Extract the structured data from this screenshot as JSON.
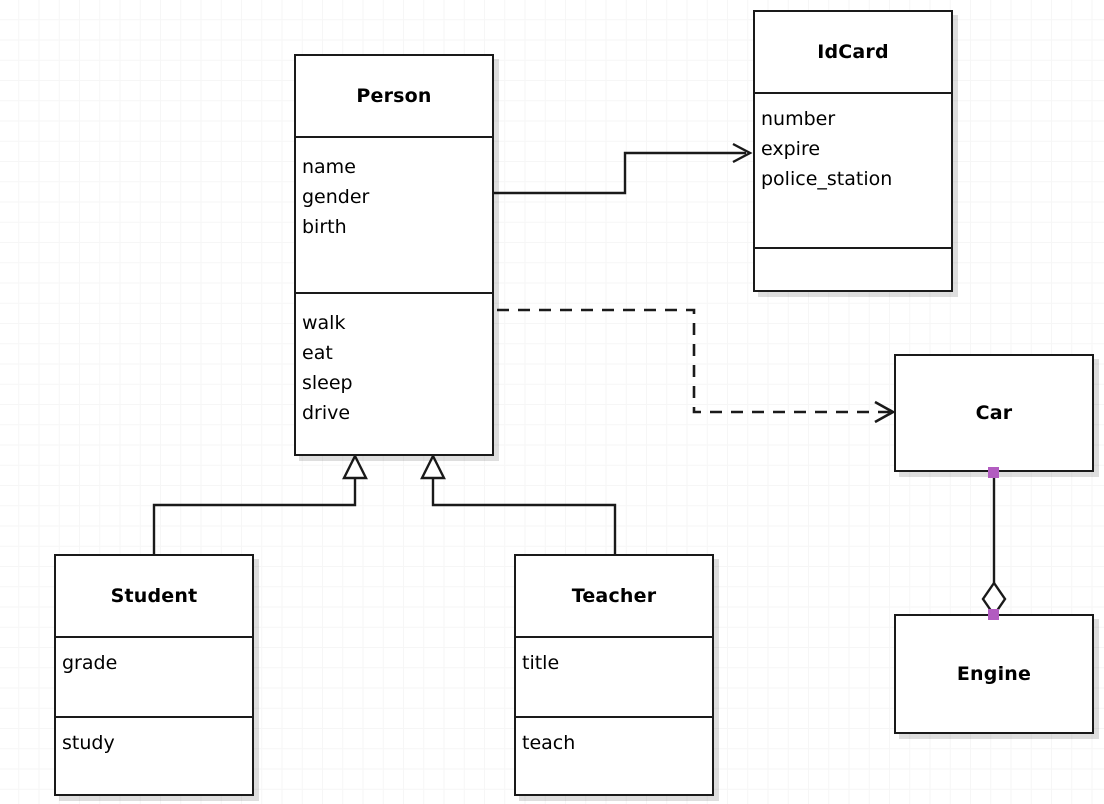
{
  "diagram": {
    "type": "uml-class-diagram",
    "classes": [
      {
        "id": "person",
        "name": "Person",
        "attributes": [
          "name",
          "gender",
          "birth"
        ],
        "operations": [
          "walk",
          "eat",
          "sleep",
          "drive"
        ]
      },
      {
        "id": "idcard",
        "name": "IdCard",
        "attributes": [
          "number",
          "expire",
          "police_station"
        ],
        "operations": []
      },
      {
        "id": "student",
        "name": "Student",
        "attributes": [
          "grade"
        ],
        "operations": [
          "study"
        ]
      },
      {
        "id": "teacher",
        "name": "Teacher",
        "attributes": [
          "title"
        ],
        "operations": [
          "teach"
        ]
      },
      {
        "id": "car",
        "name": "Car",
        "attributes": [],
        "operations": []
      },
      {
        "id": "engine",
        "name": "Engine",
        "attributes": [],
        "operations": []
      }
    ],
    "relationships": [
      {
        "id": "person-idcard",
        "kind": "association",
        "from": "person",
        "to": "idcard",
        "line": "solid",
        "arrow": "open"
      },
      {
        "id": "person-car",
        "kind": "dependency",
        "from": "person",
        "to": "car",
        "line": "dashed",
        "arrow": "open"
      },
      {
        "id": "student-person",
        "kind": "generalization",
        "from": "student",
        "to": "person",
        "line": "solid",
        "arrow": "hollow-triangle"
      },
      {
        "id": "teacher-person",
        "kind": "generalization",
        "from": "teacher",
        "to": "person",
        "line": "solid",
        "arrow": "hollow-triangle"
      },
      {
        "id": "car-engine",
        "kind": "aggregation",
        "from": "car",
        "to": "engine",
        "line": "solid",
        "arrow": "hollow-diamond"
      }
    ],
    "colors": {
      "stroke": "#1a1a1a",
      "fill": "#ffffff",
      "grid": "#ededed",
      "selection_handle": "#b25cc0"
    }
  }
}
